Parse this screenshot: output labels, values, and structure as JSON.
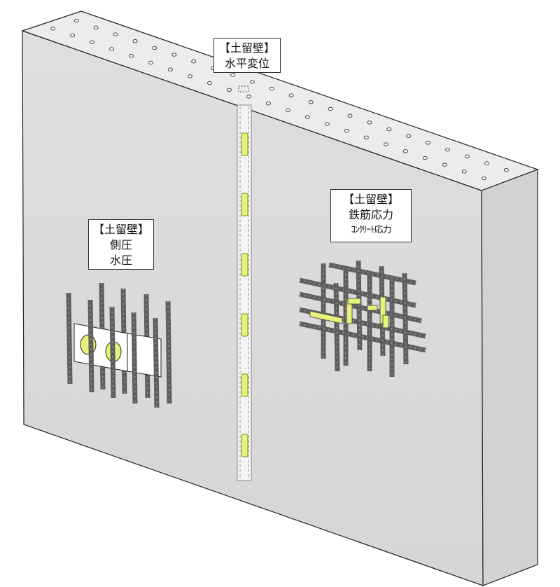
{
  "labels": {
    "top": {
      "title": "【土留壁】",
      "line1": "水平変位"
    },
    "left": {
      "title": "【土留壁】",
      "line1": "側圧",
      "line2": "水圧"
    },
    "right": {
      "title": "【土留壁】",
      "line1": "鉄筋応力",
      "line2": "ｺﾝｸﾘｰﾄ応力"
    }
  },
  "colors": {
    "wall_front": "#dadada",
    "wall_top": "#ececec",
    "wall_side": "#d2d2d2",
    "edge": "#222222",
    "rebar": "#6a6a6a",
    "sensor": "#e6f27a",
    "sensor_stroke": "#7a8a20"
  }
}
